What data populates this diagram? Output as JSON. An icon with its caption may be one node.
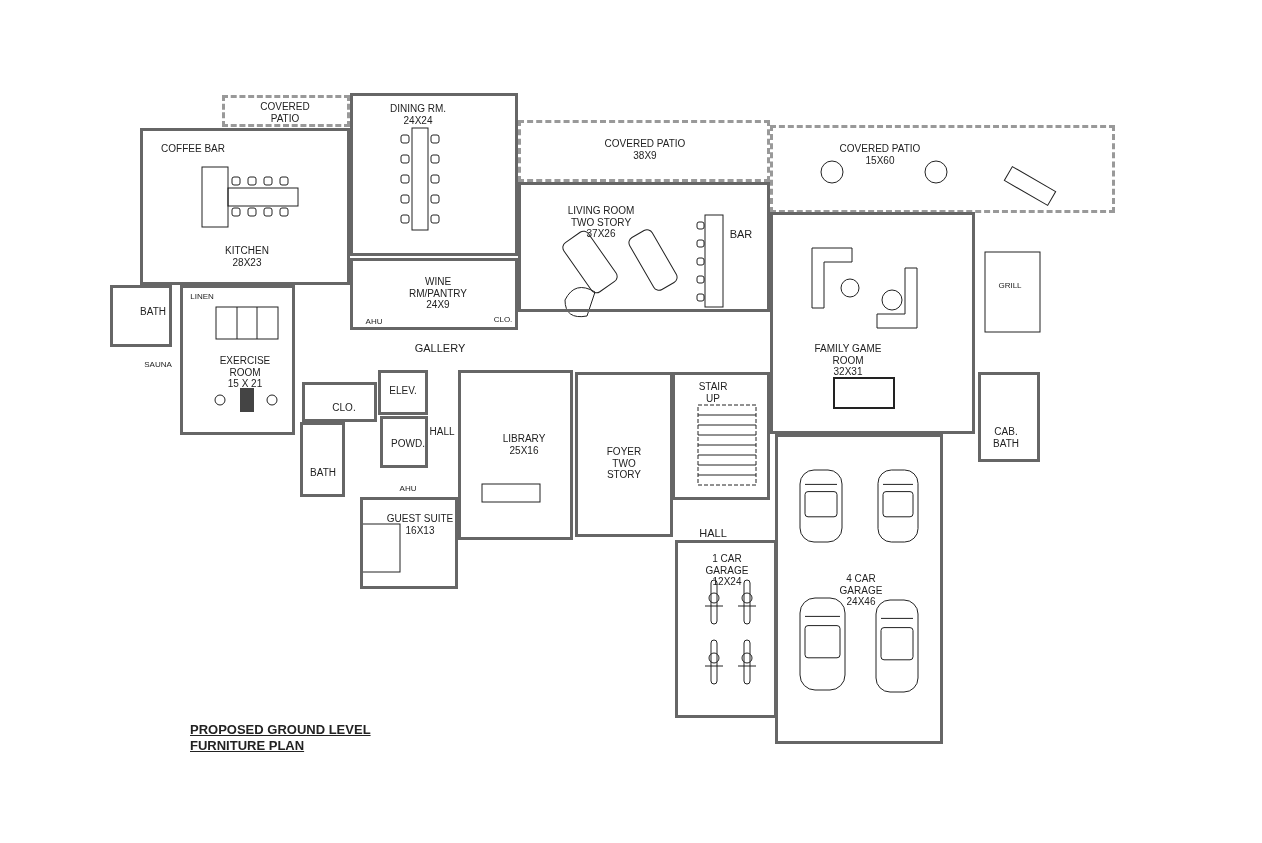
{
  "diagram": {
    "title": "PROPOSED GROUND LEVEL FURNITURE PLAN",
    "nodes": [
      {
        "text": [
          "COVERED PATIO"
        ]
      },
      {
        "text": [
          "DINING RM.",
          "24X24"
        ]
      },
      {
        "text": [
          "KITCHEN",
          "28X23"
        ]
      },
      {
        "text": [
          "COVERED PATIO",
          "38X9"
        ]
      },
      {
        "text": [
          "LIVING ROOM TWO STORY",
          "37X26"
        ]
      },
      {
        "text": [
          "COVERED PATIO",
          "15X60"
        ]
      },
      {
        "text": [
          "WINE RM/PANTRY",
          "24X9"
        ]
      },
      {
        "text": [
          "BATH"
        ]
      },
      {
        "text": [
          "EXERCISE ROOM",
          "15 X 21"
        ]
      },
      {
        "text": [
          "FAMILY GAME ROOM",
          "32X31"
        ]
      },
      {
        "text": [
          "ELEV."
        ]
      },
      {
        "text": [
          "CLO."
        ]
      },
      {
        "text": [
          "POWD."
        ]
      },
      {
        "text": [
          "LIBRARY",
          "25X16"
        ]
      },
      {
        "text": [
          "FOYER TWO STORY"
        ]
      },
      {
        "text": [
          "STAIR UP"
        ]
      },
      {
        "text": [
          "CAB. BATH"
        ]
      },
      {
        "text": [
          "BATH"
        ]
      },
      {
        "text": [
          "GUEST SUITE",
          "16X13"
        ]
      },
      {
        "text": [
          "1 CAR GARAGE",
          "12X24"
        ]
      },
      {
        "text": [
          "4 CAR GARAGE",
          "24X46"
        ]
      }
    ],
    "labels": [
      "COFFEE BAR",
      "BAR",
      "LINEN",
      "SAUNA",
      "AHU",
      "CLO.",
      "GRILL",
      "GALLERY",
      "HALL",
      "AHU",
      "HALL"
    ]
  }
}
